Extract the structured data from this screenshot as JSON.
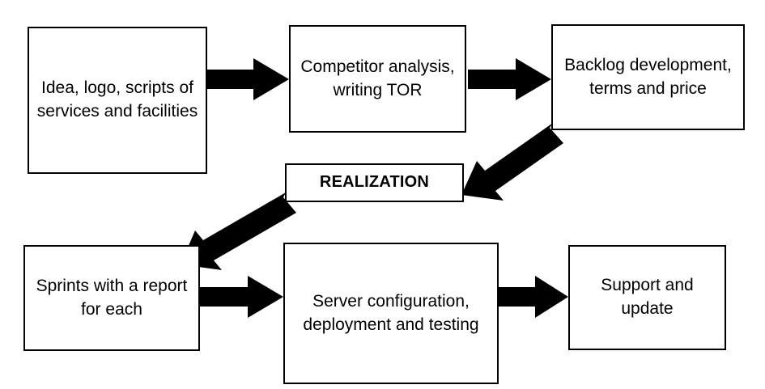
{
  "diagram": {
    "title": "Project workflow flowchart",
    "background_color": "#ffffff",
    "line_color": "#000000",
    "text_color": "#000000",
    "nodes": [
      {
        "id": "idea",
        "label": "Idea, logo, scripts of services and facilities",
        "emphasis": false
      },
      {
        "id": "competitor",
        "label": "Competitor analysis, writing TOR",
        "emphasis": false
      },
      {
        "id": "backlog",
        "label": "Backlog development, terms and price",
        "emphasis": false
      },
      {
        "id": "realization",
        "label": "REALIZATION",
        "emphasis": true
      },
      {
        "id": "sprints",
        "label": "Sprints with a report for each",
        "emphasis": false
      },
      {
        "id": "server",
        "label": "Server configuration, deployment and testing",
        "emphasis": false
      },
      {
        "id": "support",
        "label": "Support and update",
        "emphasis": false
      }
    ],
    "arrows": [
      {
        "id": "idea-to-competitor",
        "from": "idea",
        "to": "competitor",
        "direction": "right"
      },
      {
        "id": "competitor-to-backlog",
        "from": "competitor",
        "to": "backlog",
        "direction": "right"
      },
      {
        "id": "backlog-to-realization",
        "from": "backlog",
        "to": "realization",
        "direction": "diagonal-down-left"
      },
      {
        "id": "realization-to-sprints",
        "from": "realization",
        "to": "sprints",
        "direction": "diagonal-down-left"
      },
      {
        "id": "sprints-to-server",
        "from": "sprints",
        "to": "server",
        "direction": "right"
      },
      {
        "id": "server-to-support",
        "from": "server",
        "to": "support",
        "direction": "right"
      }
    ]
  }
}
